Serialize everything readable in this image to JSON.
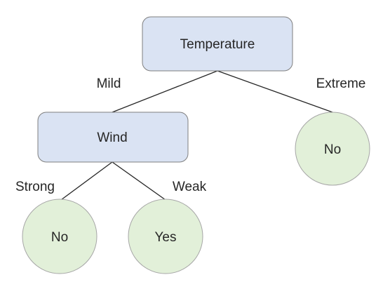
{
  "diagram": {
    "type": "decision-tree",
    "nodes": {
      "root": {
        "label": "Temperature",
        "kind": "attribute"
      },
      "wind": {
        "label": "Wind",
        "kind": "attribute"
      },
      "extreme_leaf": {
        "label": "No",
        "kind": "leaf"
      },
      "strong_leaf": {
        "label": "No",
        "kind": "leaf"
      },
      "weak_leaf": {
        "label": "Yes",
        "kind": "leaf"
      }
    },
    "edges": [
      {
        "from": "root",
        "to": "wind",
        "label": "Mild"
      },
      {
        "from": "root",
        "to": "extreme_leaf",
        "label": "Extreme"
      },
      {
        "from": "wind",
        "to": "strong_leaf",
        "label": "Strong"
      },
      {
        "from": "wind",
        "to": "weak_leaf",
        "label": "Weak"
      }
    ],
    "colors": {
      "attribute_fill": "#dae3f3",
      "leaf_fill": "#e2f0d9",
      "line": "#262626"
    }
  }
}
